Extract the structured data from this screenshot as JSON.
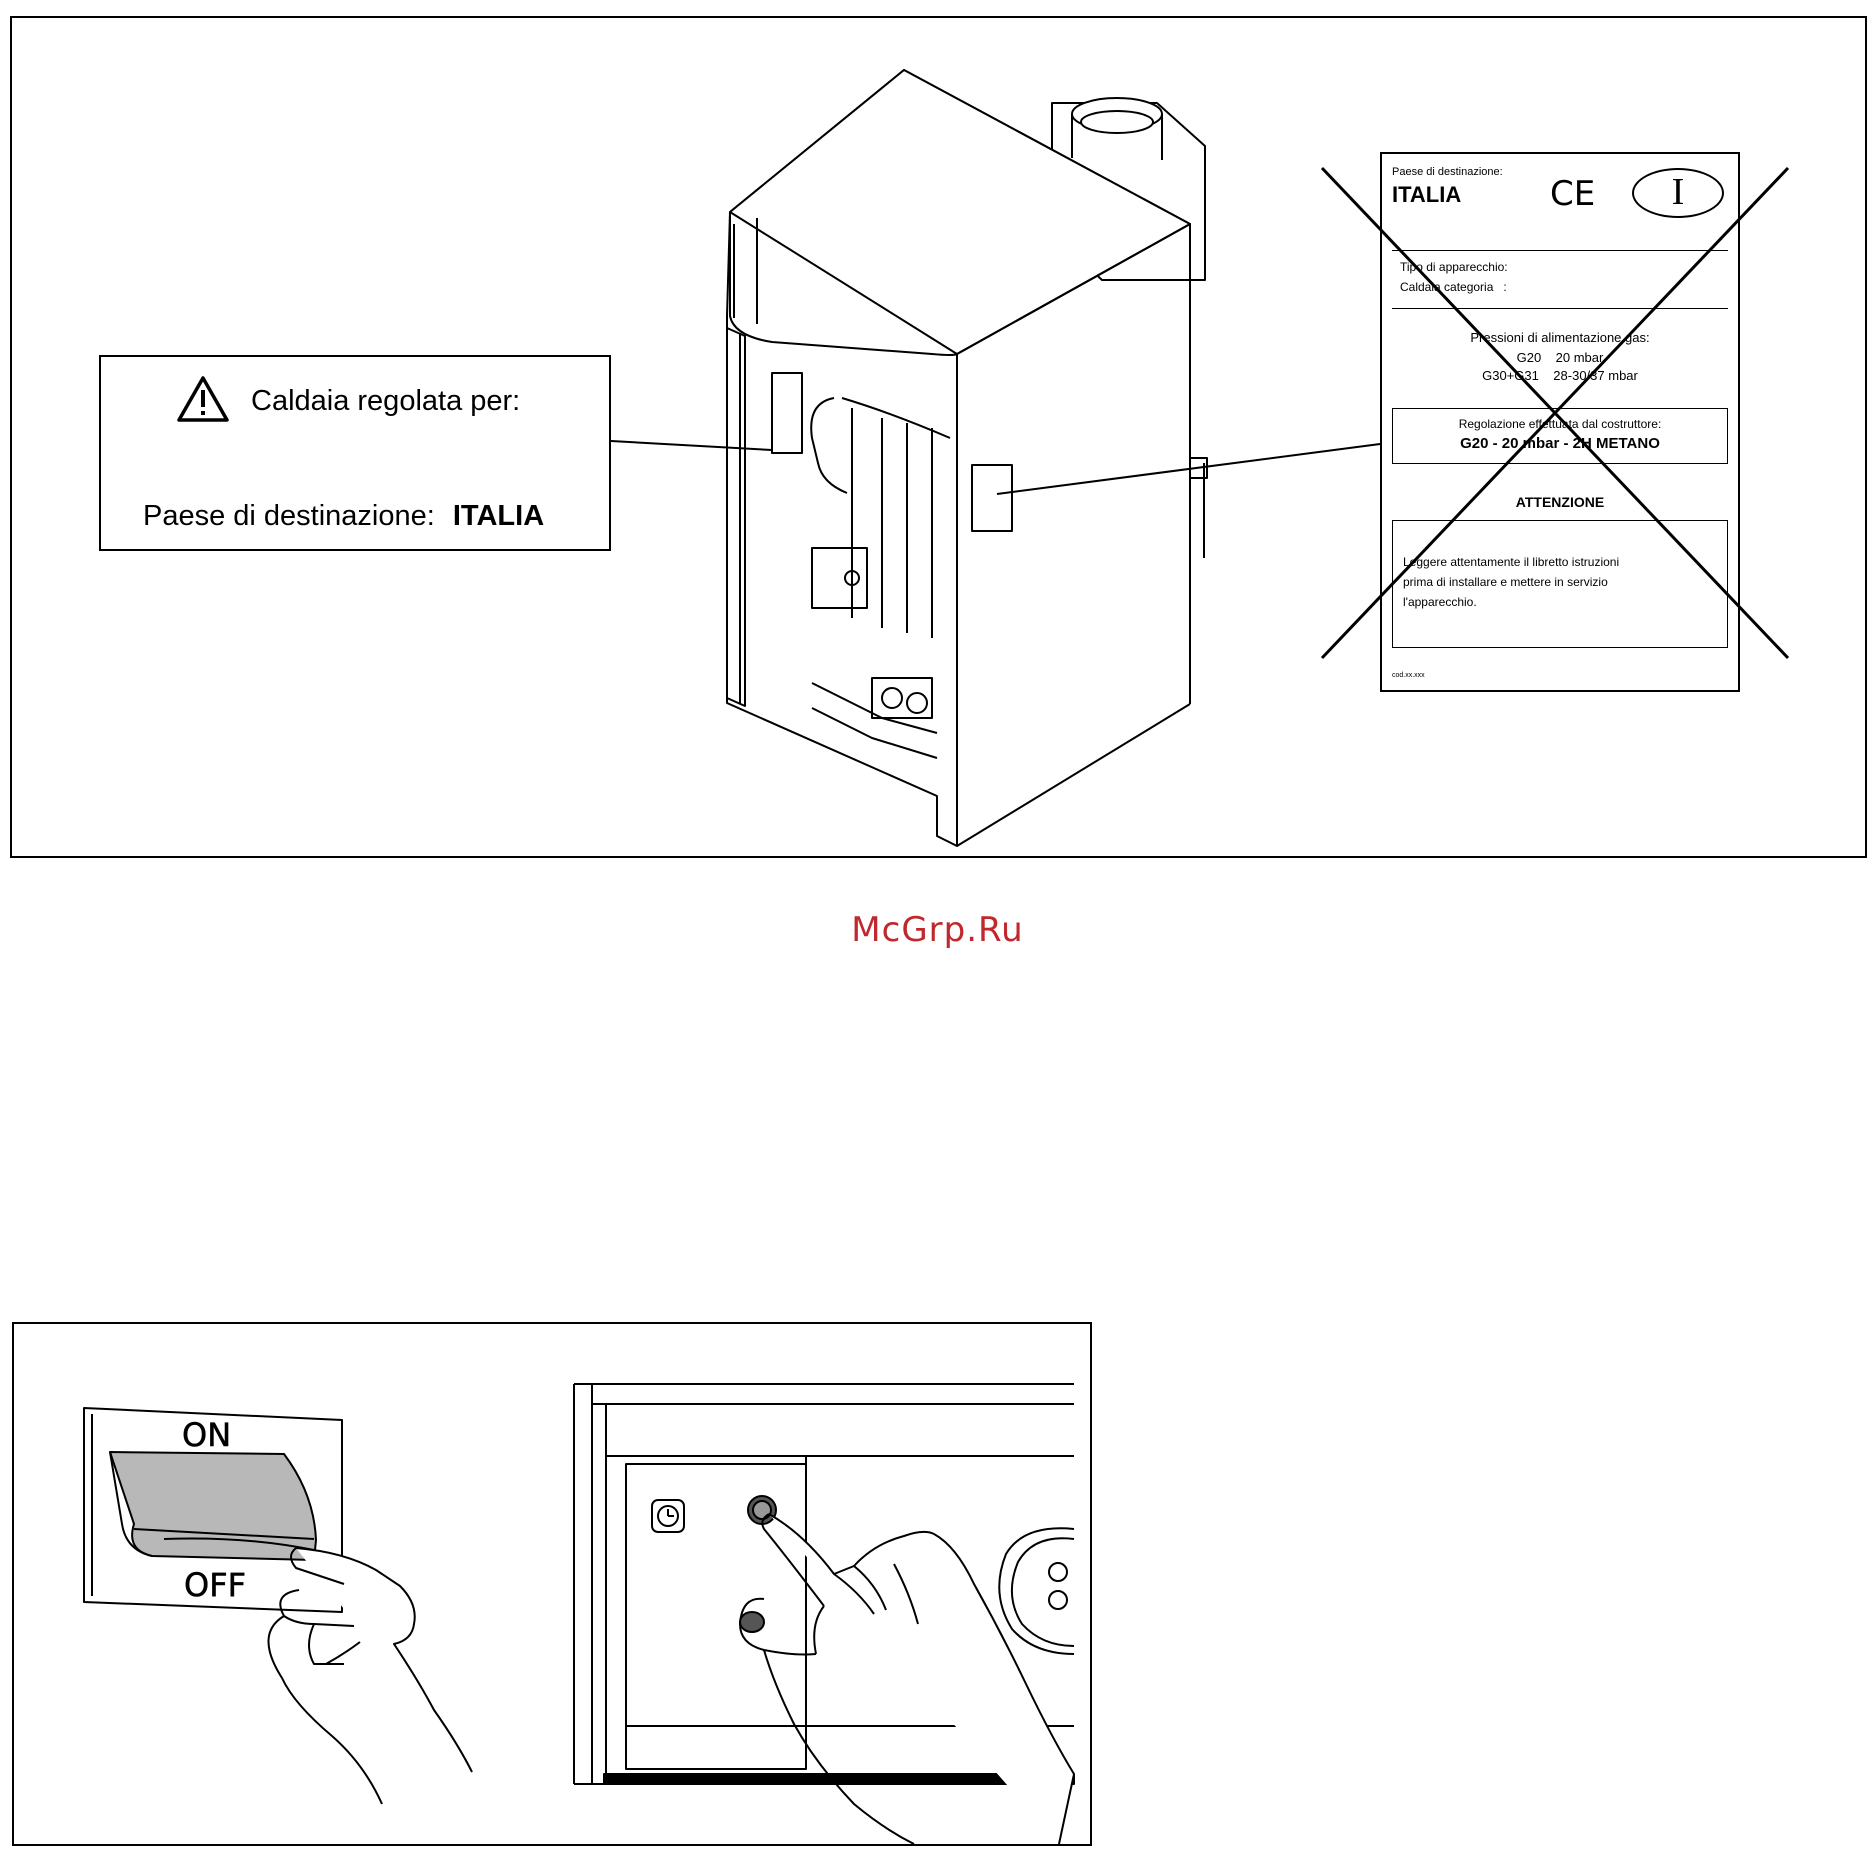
{
  "label_box": {
    "warning_text": "Caldaia regolata per:",
    "country_label": "Paese di destinazione:",
    "country_value": "ITALIA"
  },
  "plate": {
    "country_small_label": "Paese di destinazione:",
    "country": "ITALIA",
    "ce_mark": "CE",
    "country_code": "I",
    "type_label": "Tipo di apparecchio:",
    "category_label": "Caldaia categoria   :",
    "pressure_title": "Pressioni di alimentazione gas:",
    "pressure_line1": "G20    20 mbar",
    "pressure_line2": "G30+G31    28-30/37 mbar",
    "factory_title": "Regolazione effettuata dal costruttore:",
    "factory_value": "G20 - 20 mbar - 2H METANO",
    "attention": "ATTENZIONE",
    "note_line1": "Leggere attentamente il libretto istruzioni",
    "note_line2": "prima di installare e mettere in servizio",
    "note_line3": "l'apparecchio.",
    "code": "cod.xx.xxx"
  },
  "watermark": "McGrp.Ru",
  "switch": {
    "on_label": "ON",
    "off_label": "OFF"
  },
  "icons": {
    "warning": "warning-triangle-icon",
    "clock": "clock-icon"
  },
  "colors": {
    "watermark": "#c0282d",
    "line": "#000000",
    "switch_fill": "#b8b8b8"
  }
}
